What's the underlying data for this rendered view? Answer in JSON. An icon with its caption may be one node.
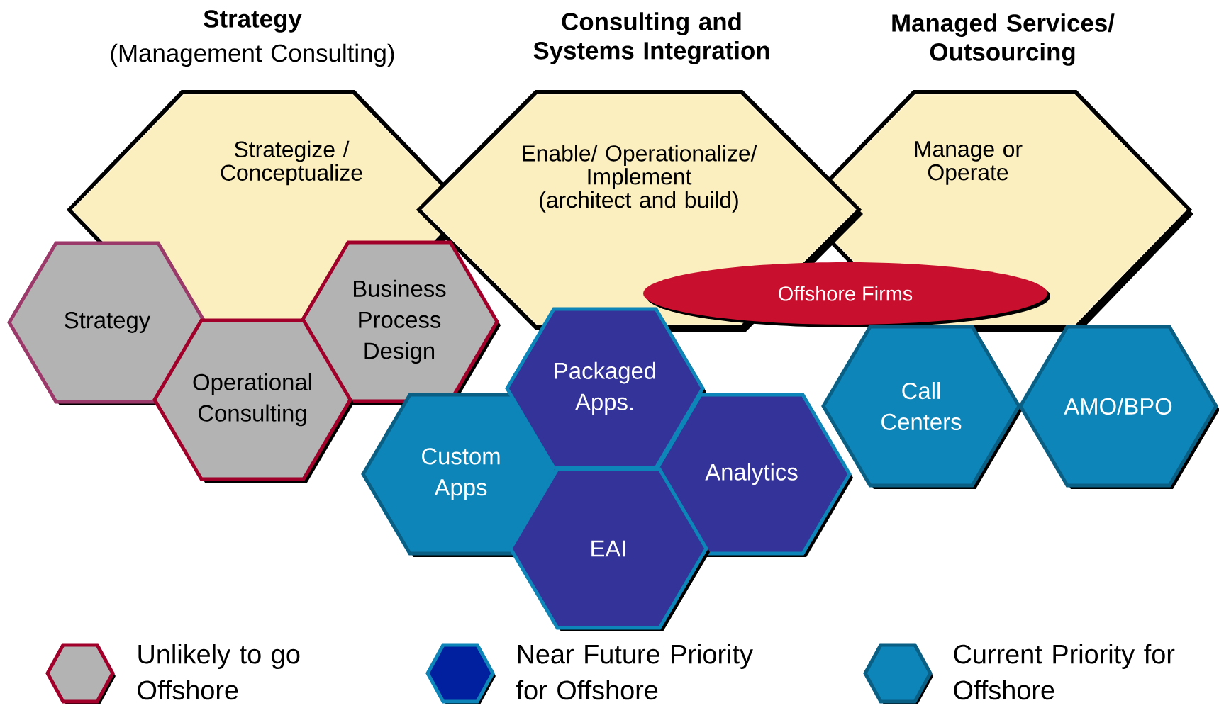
{
  "diagram": {
    "nodes": [
      {
        "text": [
          "Strategy",
          "(Management Consulting)",
          "Strategize / Conceptualize"
        ]
      },
      {
        "text": [
          "Consulting and Systems Integration",
          "Enable/ Operationalize/ Implement (architect and build)"
        ]
      },
      {
        "text": [
          "Managed Services/ Outsourcing",
          "Manage or Operate"
        ]
      },
      {
        "text": [
          "Strategy"
        ]
      },
      {
        "text": [
          "Operational Consulting"
        ]
      },
      {
        "text": [
          "Business Process Design"
        ]
      },
      {
        "text": [
          "Offshore Firms"
        ]
      },
      {
        "text": [
          "Packaged Apps."
        ]
      },
      {
        "text": [
          "Custom Apps"
        ]
      },
      {
        "text": [
          "Analytics"
        ]
      },
      {
        "text": [
          "EAI"
        ]
      },
      {
        "text": [
          "Call Centers"
        ]
      },
      {
        "text": [
          "AMO/BPO"
        ]
      }
    ],
    "legend": [
      {
        "text": "Unlikely to go Offshore",
        "color": "#b3b3b3"
      },
      {
        "text": "Near Future Priority for Offshore",
        "color": "#00209f"
      },
      {
        "text": "Current Priority for Offshore",
        "color": "#0e85b8"
      }
    ]
  }
}
